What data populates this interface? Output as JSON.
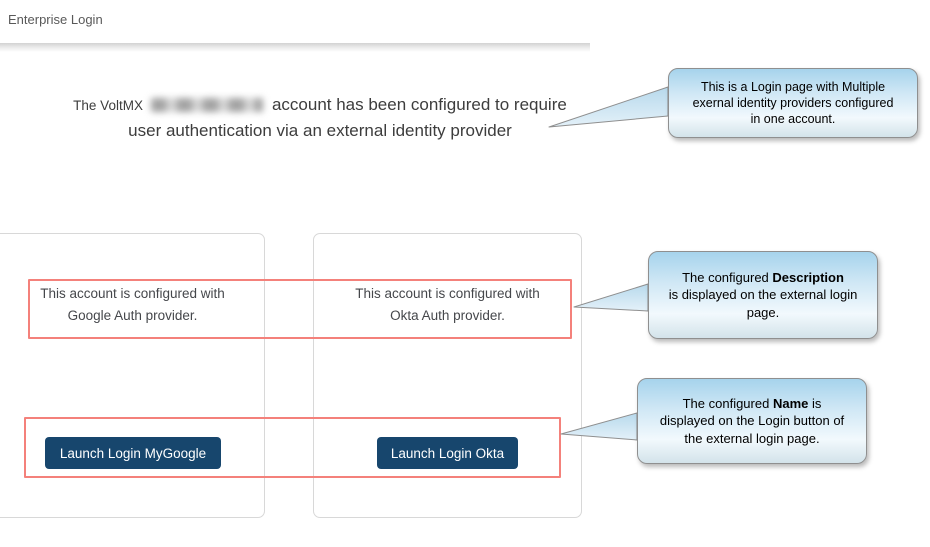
{
  "header": {
    "title": "Enterprise Login"
  },
  "intro": {
    "prefix": "The VoltMX",
    "line1_rest": "account has been configured to require",
    "line2": "user authentication via an external identity provider"
  },
  "providers": [
    {
      "desc_line1": "This account is configured with",
      "desc_line2": "Google Auth provider.",
      "button_label": "Launch Login MyGoogle"
    },
    {
      "desc_line1": "This account is configured with",
      "desc_line2": "Okta Auth provider.",
      "button_label": "Launch Login Okta"
    }
  ],
  "callouts": [
    {
      "line1": "This is a Login page with Multiple",
      "line2": "exernal identity providers configured",
      "line3": "in one account."
    },
    {
      "line1_before": "The configured ",
      "line1_bold": "Description",
      "line2": "is displayed on the external login",
      "line3": "page."
    },
    {
      "line1_before": "The configured ",
      "line1_bold": "Name",
      "line1_after": " is",
      "line2": "displayed on the Login button of",
      "line3": "the external login page."
    }
  ],
  "colors": {
    "button_bg": "#17466d",
    "button_text": "#ffffff",
    "highlight_border": "#f4817b",
    "callout_border": "#8f8f8f",
    "callout_top": "#a6d3ec",
    "card_border": "#d8d8d8",
    "body_text": "#3d3d3d"
  }
}
